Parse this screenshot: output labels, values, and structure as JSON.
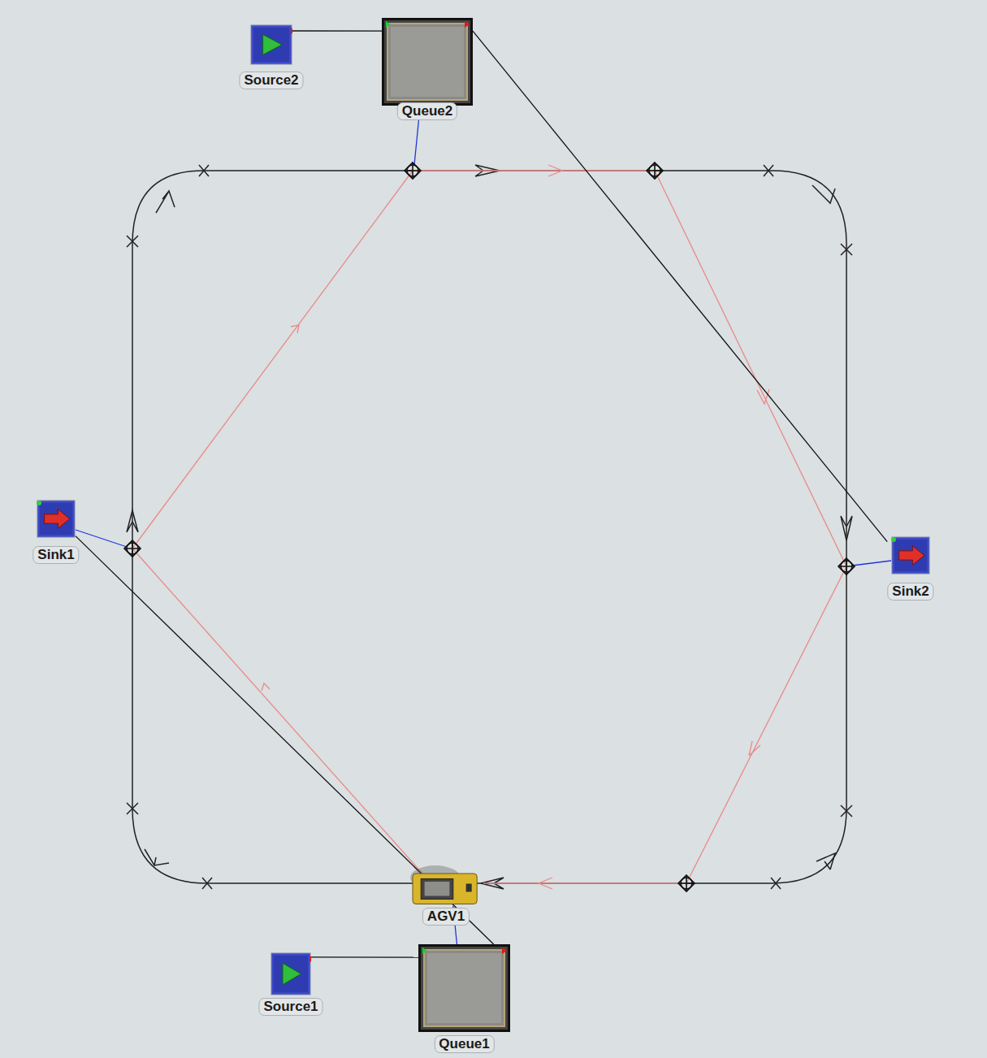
{
  "diagram": {
    "nodes": [
      {
        "text": [
          "Source2"
        ]
      },
      {
        "text": [
          "Queue2"
        ]
      },
      {
        "text": [
          "Sink1"
        ]
      },
      {
        "text": [
          "Sink2"
        ]
      },
      {
        "text": [
          "AGV1"
        ]
      },
      {
        "text": [
          "Source1"
        ]
      },
      {
        "text": [
          "Queue1"
        ]
      }
    ],
    "edges": [
      {
        "from": 0,
        "to": 1,
        "arrow": "none"
      },
      {
        "from": 1,
        "to": 3,
        "arrow": "none"
      },
      {
        "from": 6,
        "to": 2,
        "arrow": "none"
      },
      {
        "from": 5,
        "to": 6,
        "arrow": "none"
      },
      {
        "from": 4,
        "to": 6,
        "arrow": "none"
      }
    ]
  }
}
